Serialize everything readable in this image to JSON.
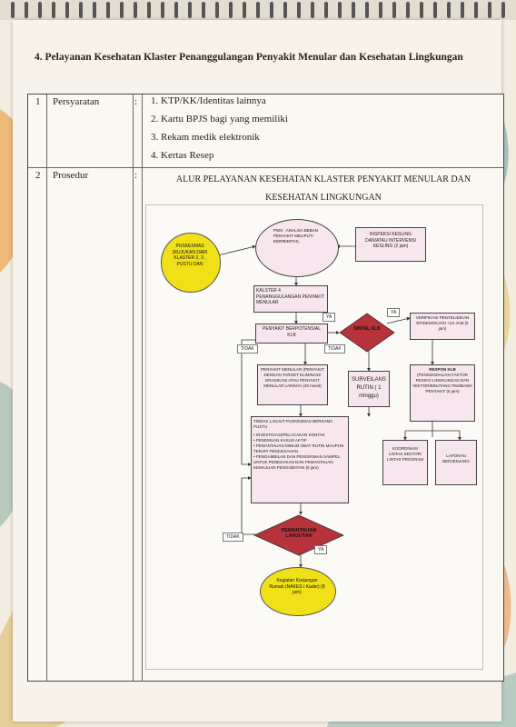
{
  "title": "4. Pelayanan Kesehatan Klaster Penanggulangan Penyakit Menular dan Kesehatan Lingkungan",
  "rows": [
    {
      "no": "1",
      "label": "Persyaratan",
      "sep": ":",
      "items": [
        "1.  KTP/KK/Identitas lainnya",
        "2.  Kartu BPJS bagi yang memiliki",
        "3.  Rekam medik elektronik",
        "4.  Kertas Resep"
      ]
    },
    {
      "no": "2",
      "label": "Prosedur",
      "sep": ":"
    }
  ],
  "flow": {
    "title_line1": "ALUR PELAYANAN KESEHATAN KLASTER PENYAKIT MENULAR DAN",
    "title_line2": "KESEHATAN LINGKUNGAN",
    "puskesmas": "PUSKESMAS (RUJUKAN DARI KLASTER 2, 3 , PUSTU DAN",
    "pws": "PWS : ANALISA BEBAN PENYAKIT MELIPUTI MORBIDITAS,",
    "inspeksi": "INSPEKSI KESLING DAN/ATAU INTERVENSI KESLING (2 jam)",
    "klaster4": "KALSTER 4 PENANGGULANGAN PENYAKIT MENULAR",
    "penyakit_klb": "PENYAKIT BERPOTENSIAL KLB",
    "sinyal": "SINYAL KLB",
    "verifikasi": "VERIFIKASI PENYELIDIKAN EPIDEMIOLOGI <24 JAM (6 jam)",
    "menular_lain": "PENYAKIT MENULAR (PENYAKIT DENGAN TARGET ELIMINASI/ ERADIKASI ATAU PENYAKIT MENULAR LAINNYA (30 menit)",
    "surveilans": "SURVEILANS RUTIN ( 1 minggu)",
    "respon_title": "RESPON KLB",
    "respon_body": "(PENGENDALIAN FAKTOR RESIKO LINGKUNGAN DAN VEKTOR/BINATANG PEMBAWA PENYAKIT (6 jam)",
    "tindak_title": "TINDAK LANJUT PUSKESMAS BERSAMA PUSTU",
    "tindak_items": [
      "INVESTIGASI/PELACAKAN KONTAK",
      "PENEMUAN KASUS AKTIF",
      "PEMANTAUAN MINUM OBAT RUTIN MAUPUN TERAPI PENCEGAHAN",
      "PENGAMBILAN DAN PENGIRIMAN SAMPEL UNTUK PENEGAKAN DAN PEMANTAUAN KEMAJUAN PENGOBATAN (6 jam)"
    ],
    "koordinasi": "KOORDINASI LINTAS SEKTOR/ LINTAS PROGRAM",
    "laporan": "LAPORAN BERJENJANG",
    "pemantauan": "PEMANTAUAN LANJUTAN",
    "kunjungan": "Kegiatan Kunjungan Rumah (NAKES / Kader) (8 jam)",
    "ya": "YA",
    "tidak": "TIDAK"
  }
}
